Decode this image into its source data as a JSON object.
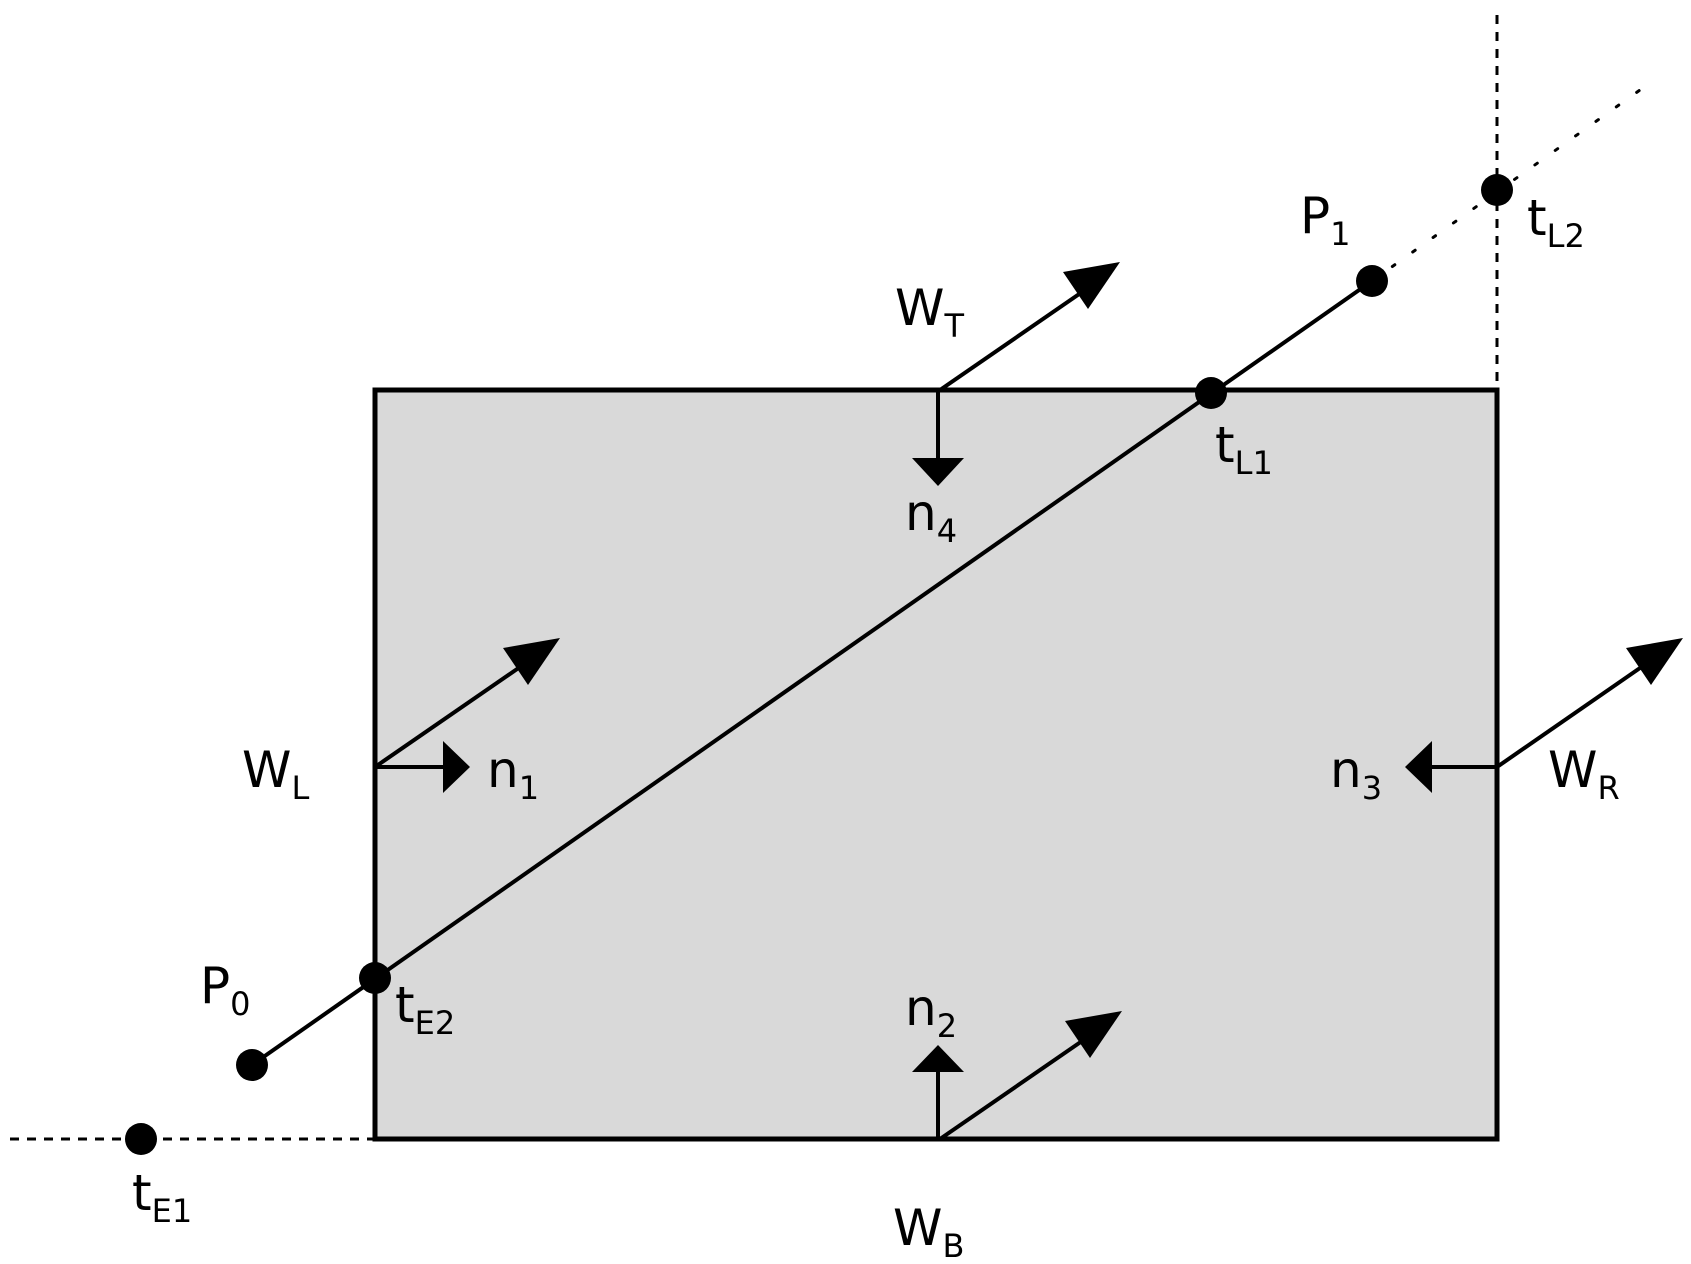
{
  "colors": {
    "window_fill": "#d9d9d9",
    "stroke": "#000000",
    "background": "#ffffff"
  },
  "labels": {
    "W_T": {
      "base": "W",
      "sub": "T"
    },
    "W_L": {
      "base": "W",
      "sub": "L"
    },
    "W_R": {
      "base": "W",
      "sub": "R"
    },
    "W_B": {
      "base": "W",
      "sub": "B"
    },
    "n1": {
      "base": "n",
      "sub": "1"
    },
    "n2": {
      "base": "n",
      "sub": "2"
    },
    "n3": {
      "base": "n",
      "sub": "3"
    },
    "n4": {
      "base": "n",
      "sub": "4"
    },
    "P0": {
      "base": "P",
      "sub": "0"
    },
    "P1": {
      "base": "P",
      "sub": "1"
    },
    "tE1": {
      "base": "t",
      "sub": "E1"
    },
    "tE2": {
      "base": "t",
      "sub": "E2"
    },
    "tL1": {
      "base": "t",
      "sub": "L1"
    },
    "tL2": {
      "base": "t",
      "sub": "L2"
    }
  }
}
